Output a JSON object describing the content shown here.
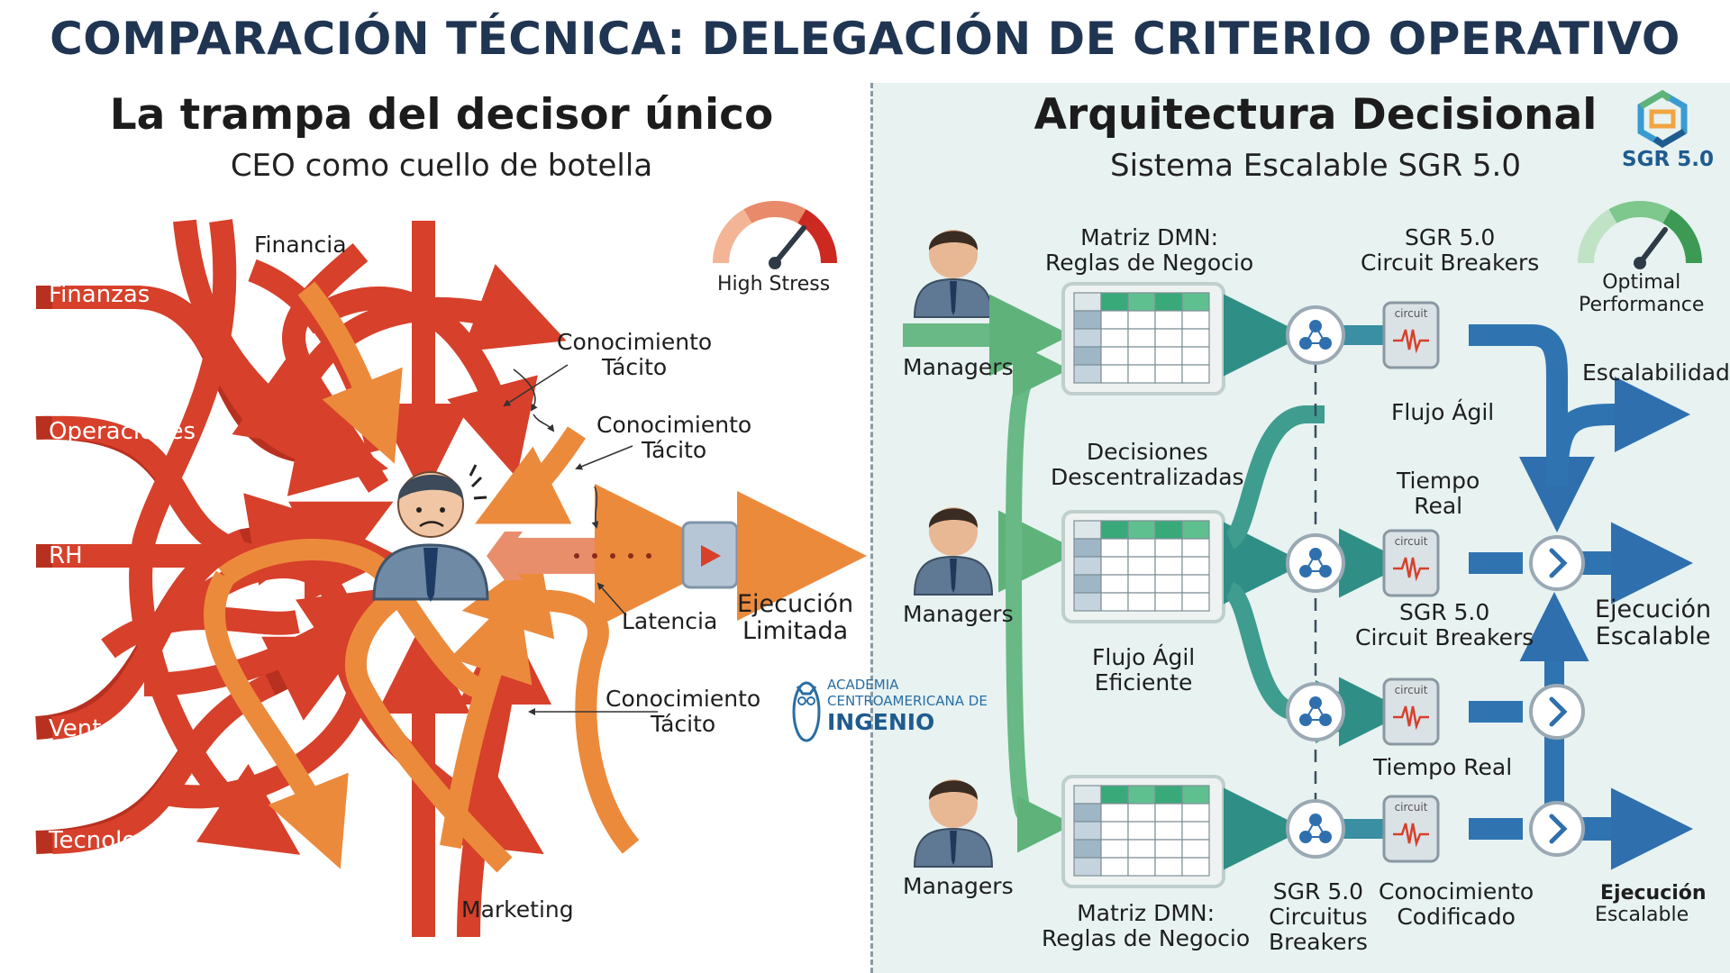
{
  "header": {
    "title": "COMPARACIÓN TÉCNICA: DELEGACIÓN DE CRITERIO OPERATIVO"
  },
  "left": {
    "title": "La trampa del decisor único",
    "subtitle": "CEO como cuello de botella",
    "gauge_label": "High Stress",
    "departments": [
      "Finanzas",
      "Operaciones",
      "RH",
      "Ventas",
      "Tecnología"
    ],
    "financia": "Financia",
    "marketing": "Marketing",
    "tacit_1": "Conocimiento\nTácito",
    "tacit_2": "Conocimiento\nTácito",
    "tacit_3": "Conocimiento\nTácito",
    "latency": "Latencia",
    "exec_limited": "Ejecución\nLimitada"
  },
  "brand": {
    "line1": "ACADEMIA",
    "line2": "CENTROAMERICANA DE",
    "line3": "INGENIO"
  },
  "right": {
    "title": "Arquitectura Decisional",
    "subtitle": "Sistema Escalable SGR 5.0",
    "logo_text": "SGR 5.0",
    "gauge_label": "Optimal\nPerformance",
    "managers": [
      "Managers",
      "Managers",
      "Managers"
    ],
    "dmn_top": "Matriz DMN:\nReglas de Negocio",
    "dmn_bottom": "Matriz DMN:\nReglas de Negocio",
    "cb_top": "SGR 5.0\nCircuit Breakers",
    "cb_mid": "SGR 5.0\nCircuit Breakers",
    "cb_bottom": "SGR 5.0\nCircuitus\nBreakers",
    "decisiones": "Decisiones\nDescentralizadas",
    "flujo_agil_top": "Flujo Ágil",
    "flujo_agil_eficiente": "Flujo Ágil\nEficiente",
    "tiempo_real_1": "Tiempo\nReal",
    "tiempo_real_2": "Tiempo Real",
    "escalabilidad": "Escalabilidad",
    "exec_scalable_1": "Ejecución\nEscalable",
    "exec_scalable_2_bold": "Ejecución",
    "exec_scalable_2": "Escalable",
    "conocimiento_codificado": "Conocimiento\nCodificado",
    "circuit_word": "circuit"
  },
  "colors": {
    "title": "#1f3552",
    "red_arrow": "#d7402a",
    "orange_arrow": "#ec8a3c",
    "green_arrow": "#5fb37a",
    "teal_arrow": "#2f8f86",
    "blue_arrow": "#2f6fae"
  }
}
